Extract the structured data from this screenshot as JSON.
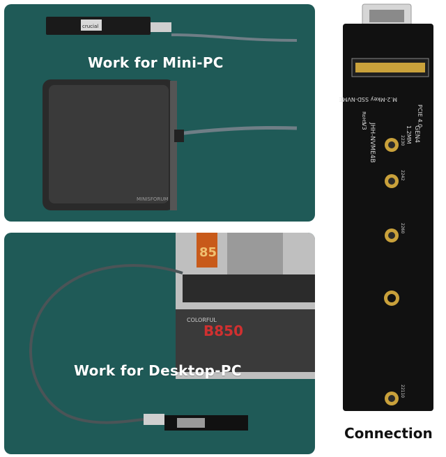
{
  "captions": {
    "mini_pc": "Work for Mini-PC",
    "desktop_pc": "Work for Desktop-PC",
    "connection": "Connection"
  },
  "board_labels": {
    "model": "JHH-NVME4B",
    "version": "V3",
    "interface": "M.2-Mkey SSD-NVME",
    "gen": "GEN4",
    "thickness": "1.2MM",
    "pcie": "PCIE 4.0",
    "rohs": "RoHS",
    "sizes": [
      "2230",
      "2242",
      "2260",
      "22110"
    ]
  },
  "device_labels": {
    "minipc_brand": "MINISFORUM",
    "ssd_brand": "crucial",
    "gpu_brand": "COLORFUL",
    "gpu_model": "B850",
    "cpu_mark": "85"
  },
  "colors": {
    "panel_bg": "#1f5a57",
    "board": "#111111",
    "gold": "#c9a13b"
  }
}
